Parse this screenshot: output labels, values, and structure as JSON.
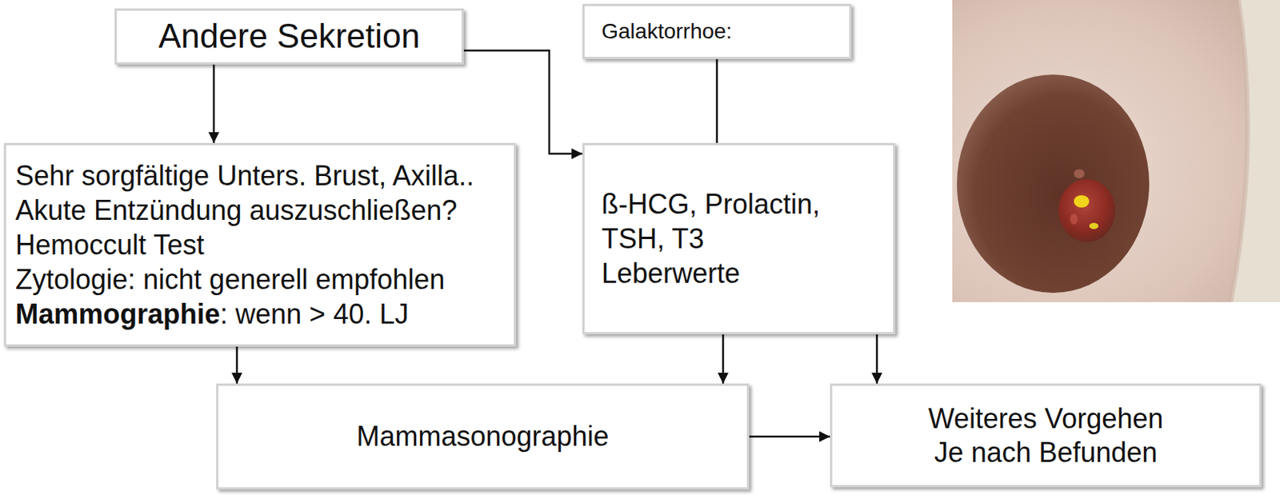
{
  "diagram": {
    "nodes": [
      {
        "text": [
          "Andere Sekretion"
        ]
      },
      {
        "text": [
          "Galaktorrhoe:"
        ]
      },
      {
        "text": [
          "Sehr sorgfältige Unters. Brust, Axilla..",
          "Akute Entzündung auszuschließen?",
          "Hemoccult Test",
          "Zytologie: nicht generell empfohlen",
          "Mammographie",
          ": wenn > 40. LJ"
        ]
      },
      {
        "text": [
          "ß-HCG, Prolactin, TSH, T3",
          "Leberwerte"
        ]
      },
      {
        "text": [
          "Mammasonographie"
        ]
      },
      {
        "text": [
          "Weiteres Vorgehen Je nach Befunden"
        ]
      }
    ],
    "edges": [
      {
        "from": 0,
        "to": 2,
        "arrow": "to"
      },
      {
        "from": 0,
        "to": 3,
        "arrow": "to"
      },
      {
        "from": 1,
        "to": 3,
        "arrow": "none"
      },
      {
        "from": 2,
        "to": 4,
        "arrow": "to"
      },
      {
        "from": 3,
        "to": 4,
        "arrow": "to"
      },
      {
        "from": 3,
        "to": 5,
        "arrow": "to"
      },
      {
        "from": 4,
        "to": 5,
        "arrow": "to"
      }
    ]
  }
}
